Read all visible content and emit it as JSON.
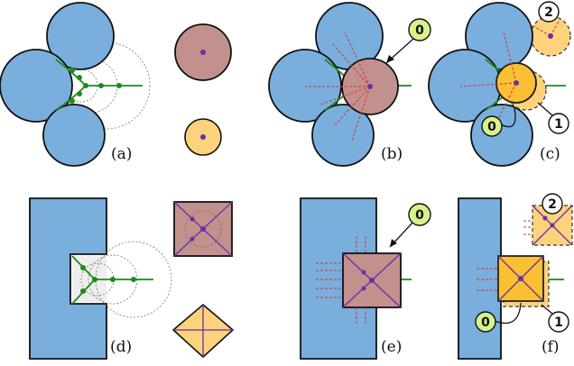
{
  "panels": {
    "a": {
      "label": "(a)"
    },
    "b": {
      "label": "(b)",
      "badge_0": "0"
    },
    "c": {
      "label": "(c)",
      "badge_0": "0",
      "badge_1": "1",
      "badge_2": "2"
    },
    "d": {
      "label": "(d)"
    },
    "e": {
      "label": "(e)",
      "badge_0": "0"
    },
    "f": {
      "label": "(f)",
      "badge_0": "0",
      "badge_1": "1",
      "badge_2": "2"
    }
  },
  "colors": {
    "obstacle_blue": "#79aedd",
    "brown_shape": "#c2918d",
    "yellow_shape": "#fdd27c",
    "orange_shape": "#fbbf33",
    "medial_axis_green": "#1e8a1e",
    "center_purple": "#6a2fa6",
    "probe_red": "#d63333",
    "badge_green": "#d8f28a"
  }
}
